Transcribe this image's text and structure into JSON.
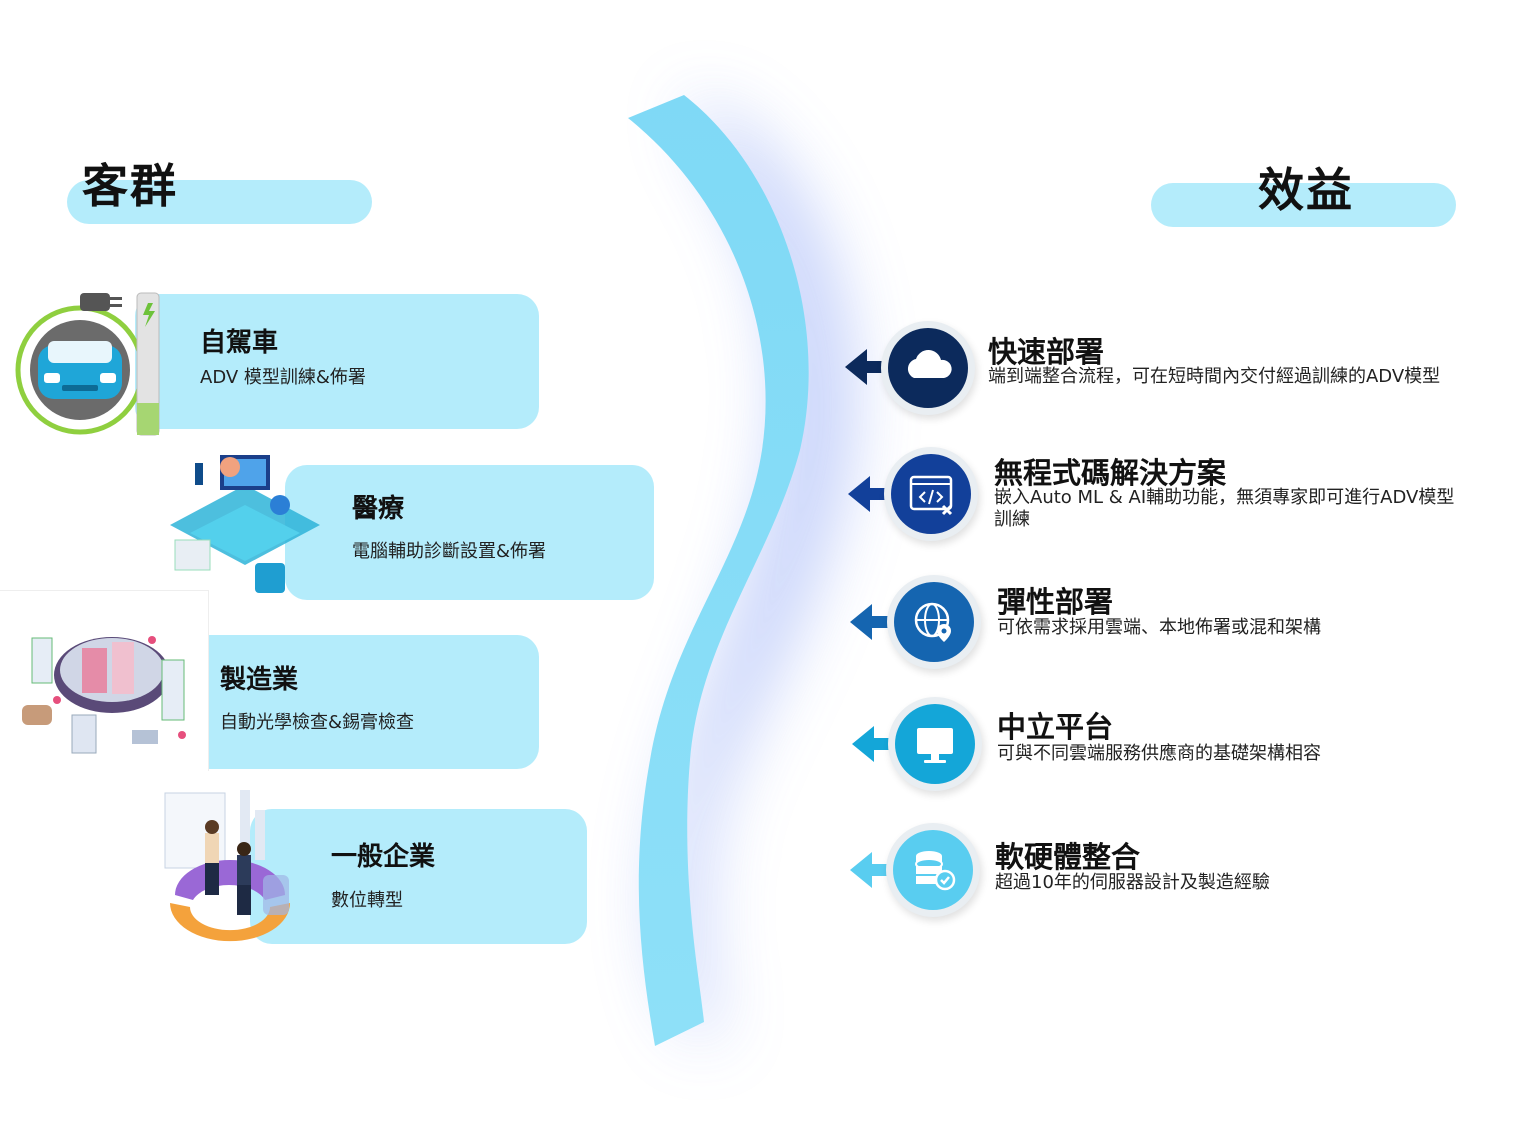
{
  "customers": {
    "heading": "客群",
    "items": [
      {
        "title": "自駕車",
        "subtitle": "ADV 模型訓練&佈署"
      },
      {
        "title": "醫療",
        "subtitle": "電腦輔助診斷設置&佈署"
      },
      {
        "title": "製造業",
        "subtitle": "自動光學檢查&錫膏檢查"
      },
      {
        "title": "一般企業",
        "subtitle": "數位轉型"
      }
    ]
  },
  "benefits": {
    "heading": "效益",
    "items": [
      {
        "title": "快速部署",
        "desc": "端到端整合流程，可在短時間內交付經過訓練的ADV模型",
        "icon": "cloud-icon",
        "color": "#0c2a5c"
      },
      {
        "title": "無程式碼解決方案",
        "desc": "嵌入Auto ML & AI輔助功能，無須專家即可進行ADV模型訓練",
        "icon": "code-window-icon",
        "color": "#12409a"
      },
      {
        "title": "彈性部署",
        "desc": "可依需求採用雲端、本地佈署或混和架構",
        "icon": "globe-location-icon",
        "color": "#1565b0"
      },
      {
        "title": "中立平台",
        "desc": "可與不同雲端服務供應商的基礎架構相容",
        "icon": "monitor-icon",
        "color": "#14a6d8"
      },
      {
        "title": "軟硬體整合",
        "desc": "超過10年的伺服器設計及製造經驗",
        "icon": "database-check-icon",
        "color": "#59cdf0"
      }
    ]
  },
  "colors": {
    "pill": "#b4ecfb",
    "wave": "#86dcf6",
    "glow": "#8ea8f5"
  }
}
